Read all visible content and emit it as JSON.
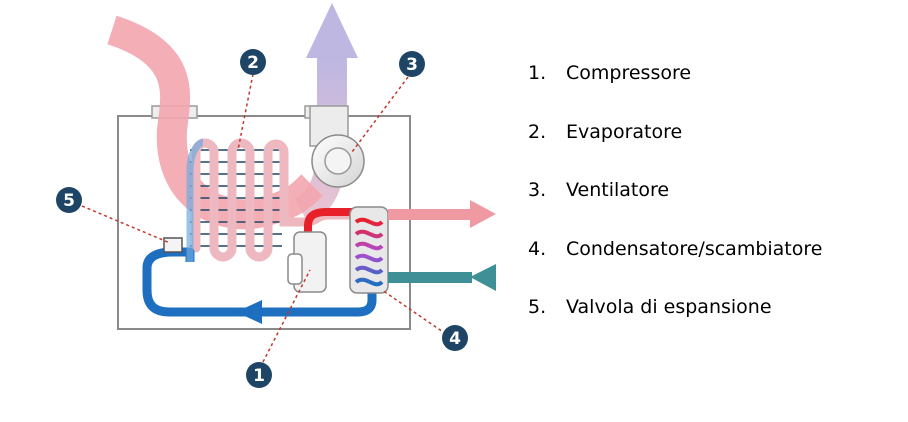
{
  "colors": {
    "cold_pipe": "#1f6fc0",
    "hot_pipe": "#e8202a",
    "warm_air": "#f2a5ae",
    "exhaust_air": "#c4bfe2",
    "water_return": "#3e8f96",
    "badge": "#1f4566",
    "box_border": "#8a8a8a"
  },
  "badges": [
    {
      "id": "1",
      "label": "1",
      "icon": "compressor-badge"
    },
    {
      "id": "2",
      "label": "2",
      "icon": "evaporator-badge"
    },
    {
      "id": "3",
      "label": "3",
      "icon": "fan-badge"
    },
    {
      "id": "4",
      "label": "4",
      "icon": "condenser-badge"
    },
    {
      "id": "5",
      "label": "5",
      "icon": "valve-badge"
    }
  ],
  "legend": [
    {
      "num": "1.",
      "label": "Compressore"
    },
    {
      "num": "2.",
      "label": "Evaporatore"
    },
    {
      "num": "3.",
      "label": "Ventilatore"
    },
    {
      "num": "4.",
      "label": "Condensatore/scambiatore"
    },
    {
      "num": "5.",
      "label": "Valvola di espansione"
    }
  ]
}
